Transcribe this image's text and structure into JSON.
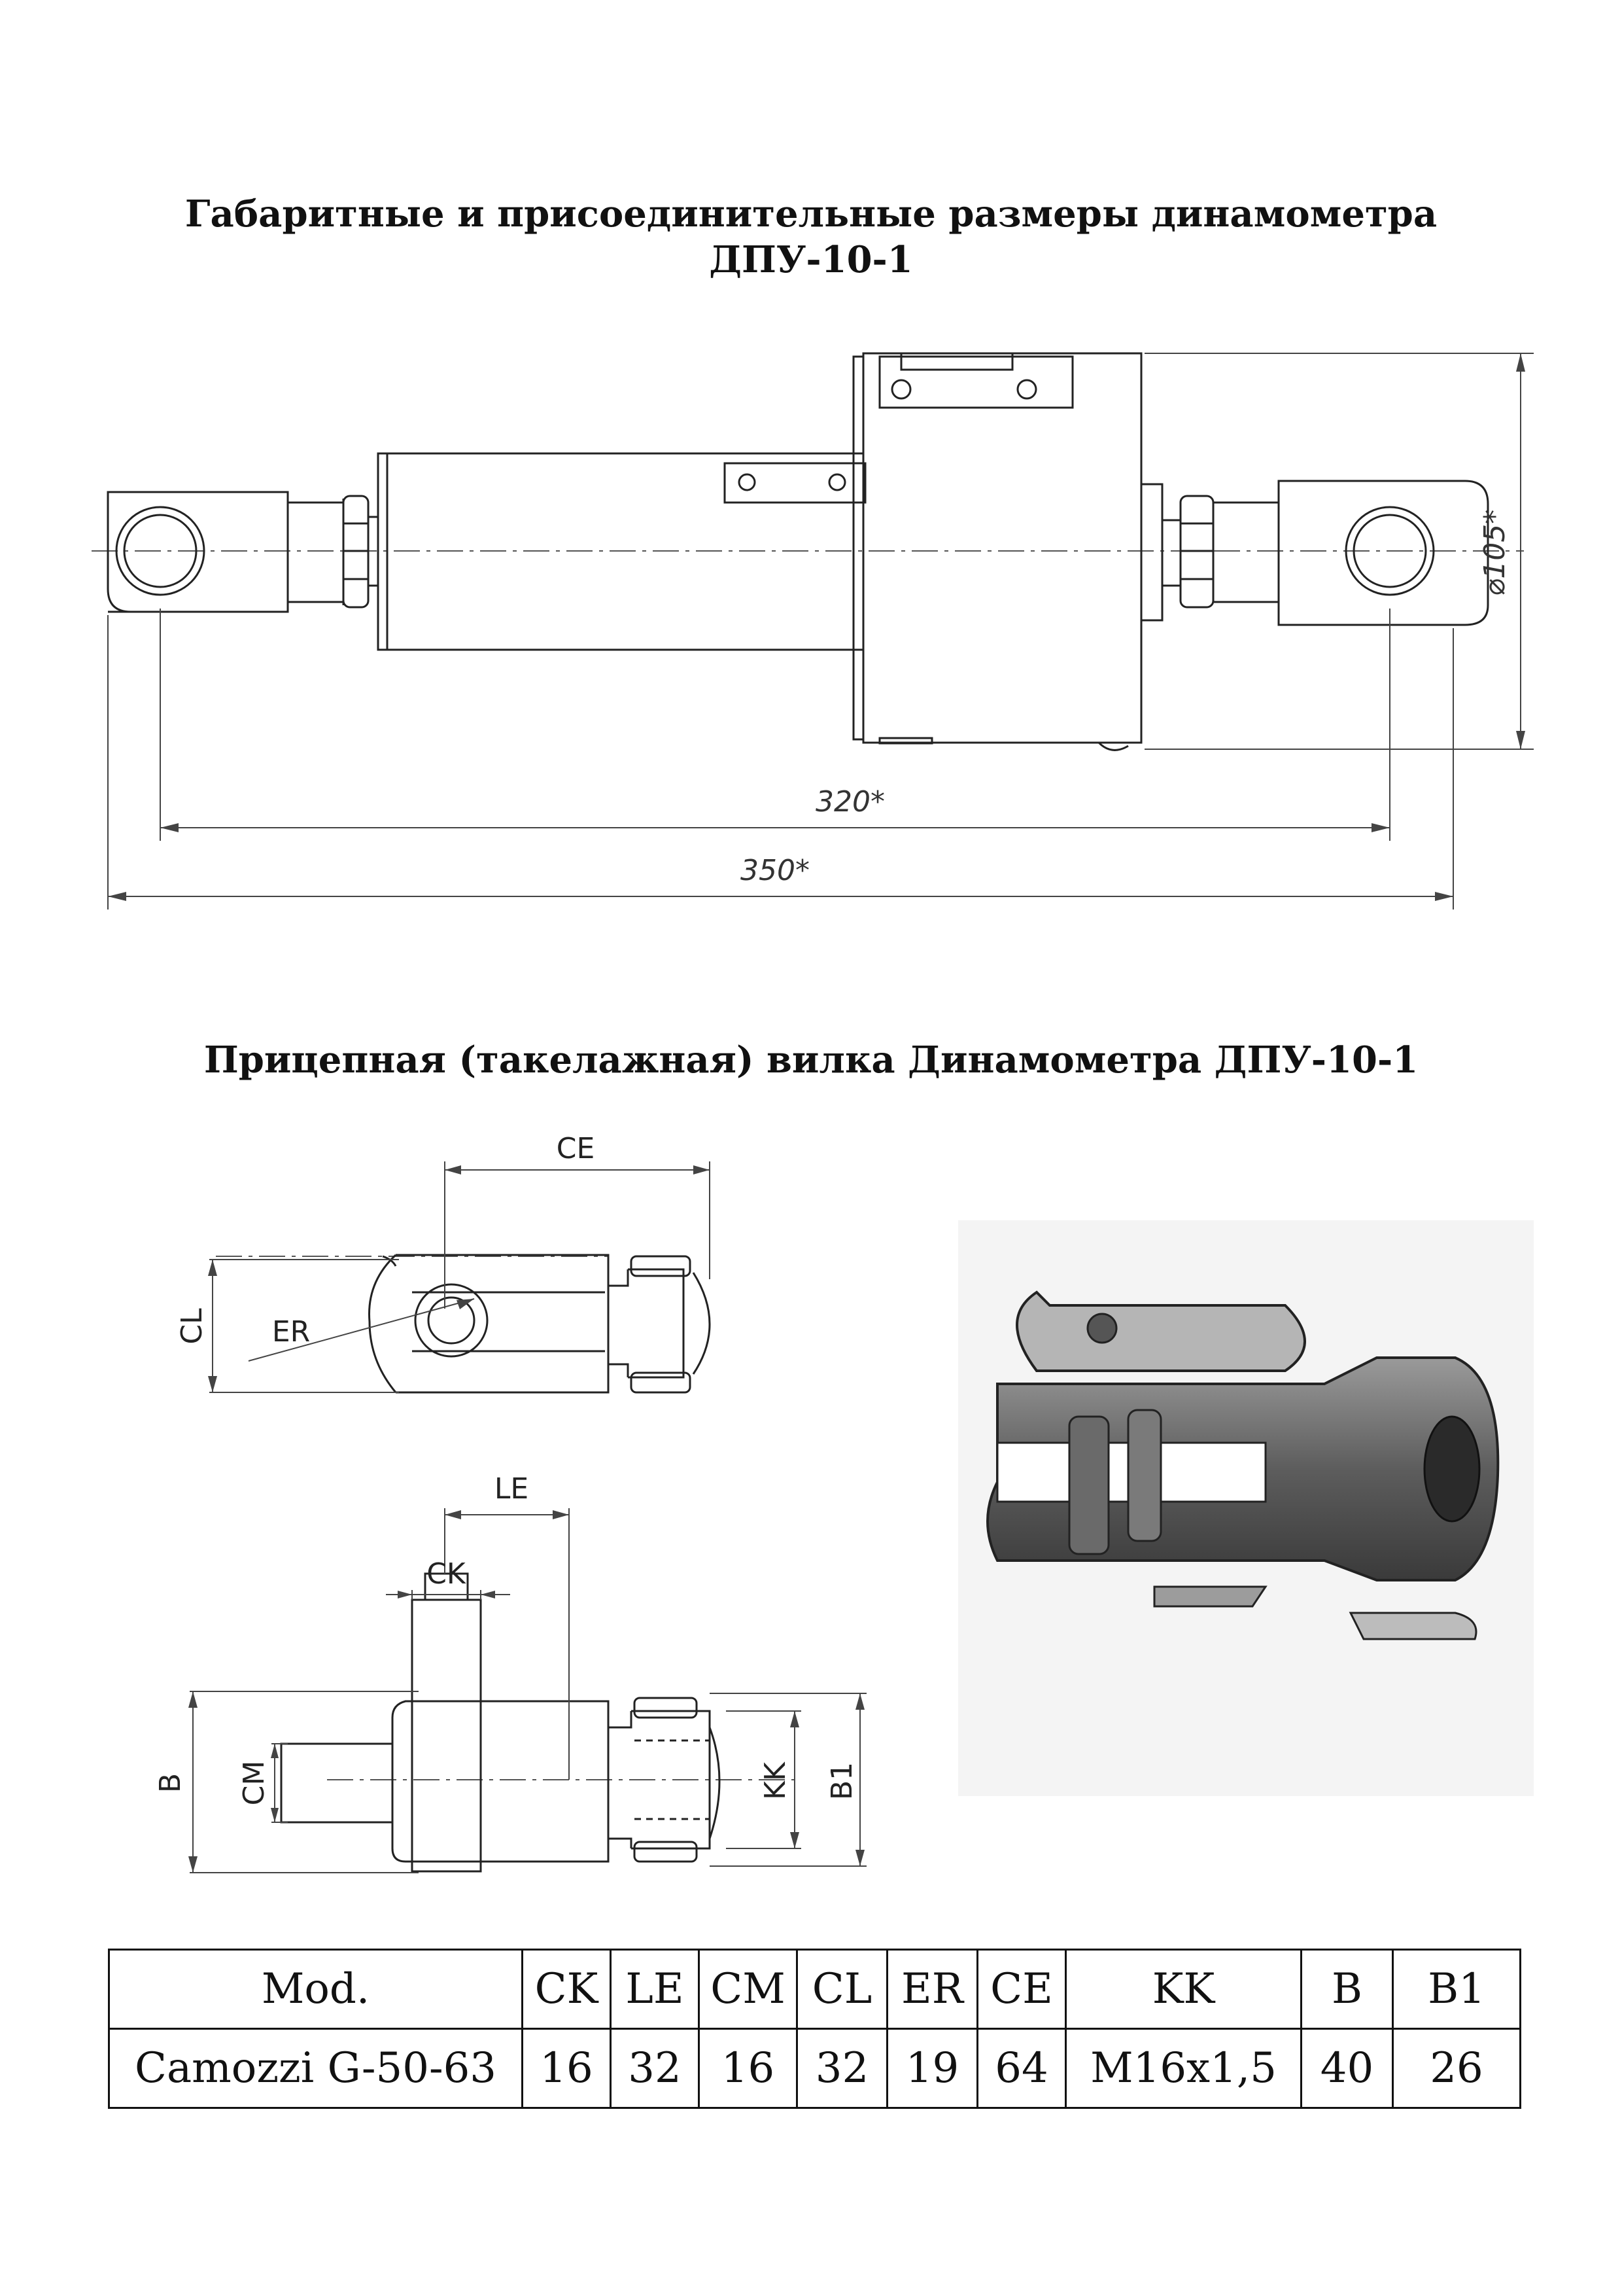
{
  "titles": {
    "main_line1": "Габаритные и присоединительные размеры динамометра",
    "main_line2": "ДПУ-10-1",
    "fork": "Прицепная (такелажная) вилка Динамометра ДПУ-10-1"
  },
  "drawing1": {
    "dim_diameter": "⌀105*",
    "dim_pin_centers": "320*",
    "dim_overall": "350*"
  },
  "drawing2": {
    "labels": {
      "ce": "CE",
      "cl": "CL",
      "er": "ER",
      "le": "LE",
      "ck": "CK",
      "b": "B",
      "cm": "CM",
      "kk": "KK",
      "b1": "B1"
    }
  },
  "spec_table": {
    "headers": [
      "Mod.",
      "CK",
      "LE",
      "CM",
      "CL",
      "ER",
      "CE",
      "KK",
      "B",
      "B1"
    ],
    "rows": [
      [
        "Camozzi G-50-63",
        "16",
        "32",
        "16",
        "32",
        "19",
        "64",
        "M16x1,5",
        "40",
        "26"
      ]
    ]
  }
}
